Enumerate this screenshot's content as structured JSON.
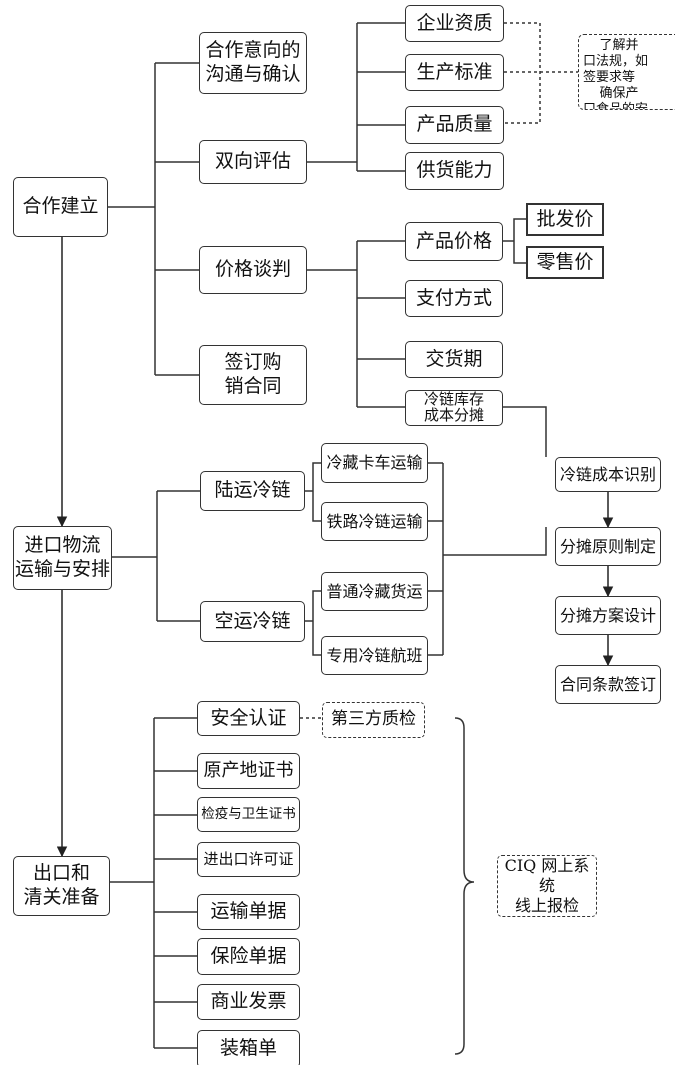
{
  "root": {
    "cooperation": "合作建立",
    "logistics": "进口物流\n运输与安排",
    "clearance": "出口和\n清关准备"
  },
  "cooperation": {
    "intent": "合作意向的\n沟通与确认",
    "assessment": "双向评估",
    "pricing": "价格谈判",
    "contract": "签订购\n销合同"
  },
  "assessment_items": [
    "企业资质",
    "生产标准",
    "产品质量",
    "供货能力"
  ],
  "assessment_note": "    了解并\n口法规，如\n签要求等\n    确保产\n口食品的安",
  "pricing_items": {
    "product_price": "产品价格",
    "wholesale": "批发价",
    "retail": "零售价",
    "payment": "支付方式",
    "delivery": "交货期",
    "cold_chain_cost": "冷链库存\n成本分摊"
  },
  "logistics": {
    "land": "陆运冷链",
    "air": "空运冷链",
    "truck": "冷藏卡车运输",
    "rail": "铁路冷链运输",
    "general_air": "普通冷藏货运",
    "dedicated_flight": "专用冷链航班"
  },
  "cost_steps": [
    "冷链成本识别",
    "分摊原则制定",
    "分摊方案设计",
    "合同条款签订"
  ],
  "clearance_docs": [
    "安全认证",
    "原产地证书",
    "检疫与卫生证书",
    "进出口许可证",
    "运输单据",
    "保险单据",
    "商业发票",
    "装箱单"
  ],
  "third_party_inspection": "第三方质检",
  "ciq_system": "CIQ 网上系统\n线上报检"
}
